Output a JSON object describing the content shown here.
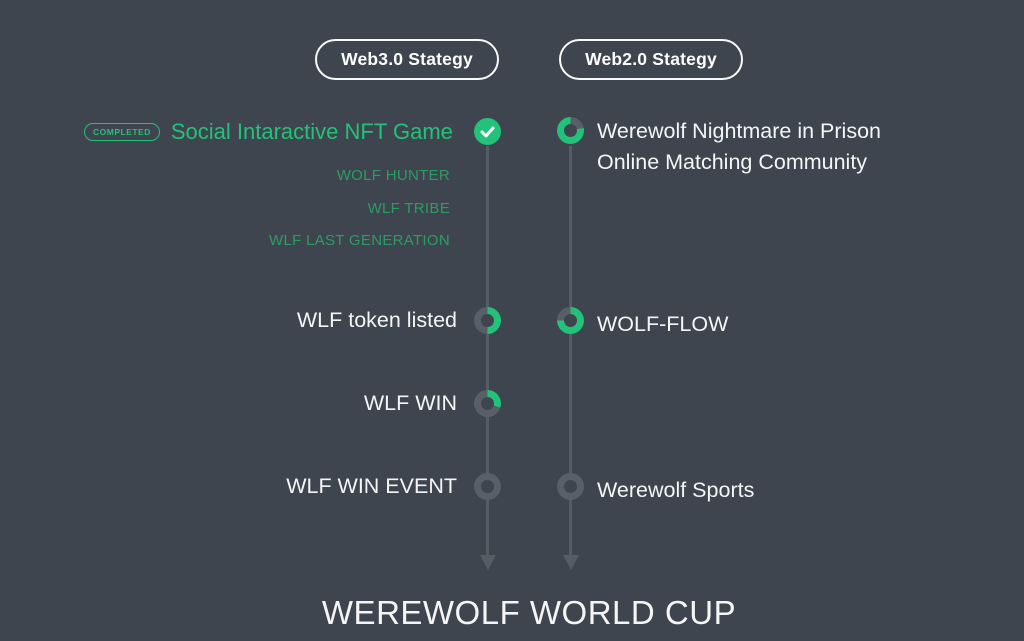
{
  "colors": {
    "background": "#3e454e",
    "green": "#23c27a",
    "green_dark": "#2b9d64",
    "ring_gray": "#585f68",
    "line_gray": "#545c64",
    "text_white": "#f3f5f6"
  },
  "headers": {
    "web3_label": "Web3.0 Stategy",
    "web2_label": "Web2.0 Stategy"
  },
  "badge": {
    "completed": "COMPLETED"
  },
  "web3_track": {
    "item1": "Social Intaractive NFT Game",
    "item1_status": "completed",
    "sub_items": {
      "s1": "WOLF HUNTER",
      "s2": "WLF TRIBE",
      "s3": "WLF LAST GENERATION"
    },
    "item2": "WLF token listed",
    "item3": "WLF WIN",
    "item4": "WLF WIN EVENT"
  },
  "web2_track": {
    "item1_line1": "Werewolf Nightmare in Prison",
    "item1_line2": "Online Matching Community",
    "item2": "WOLF-FLOW",
    "item3": "Werewolf Sports"
  },
  "markers": {
    "web3_item2": {
      "green_start": 0,
      "green_end": 50
    },
    "web3_item3": {
      "green_start": 0,
      "green_end": 30
    },
    "web3_item4": {
      "green_start": 0,
      "green_end": 0
    },
    "web2_item1": {
      "green_start": 22,
      "green_end": 100
    },
    "web2_item2": {
      "green_start": 0,
      "green_end": 75
    },
    "web2_item3": {
      "green_start": 0,
      "green_end": 0
    }
  },
  "footer": {
    "title": "WEREWOLF WORLD CUP"
  }
}
